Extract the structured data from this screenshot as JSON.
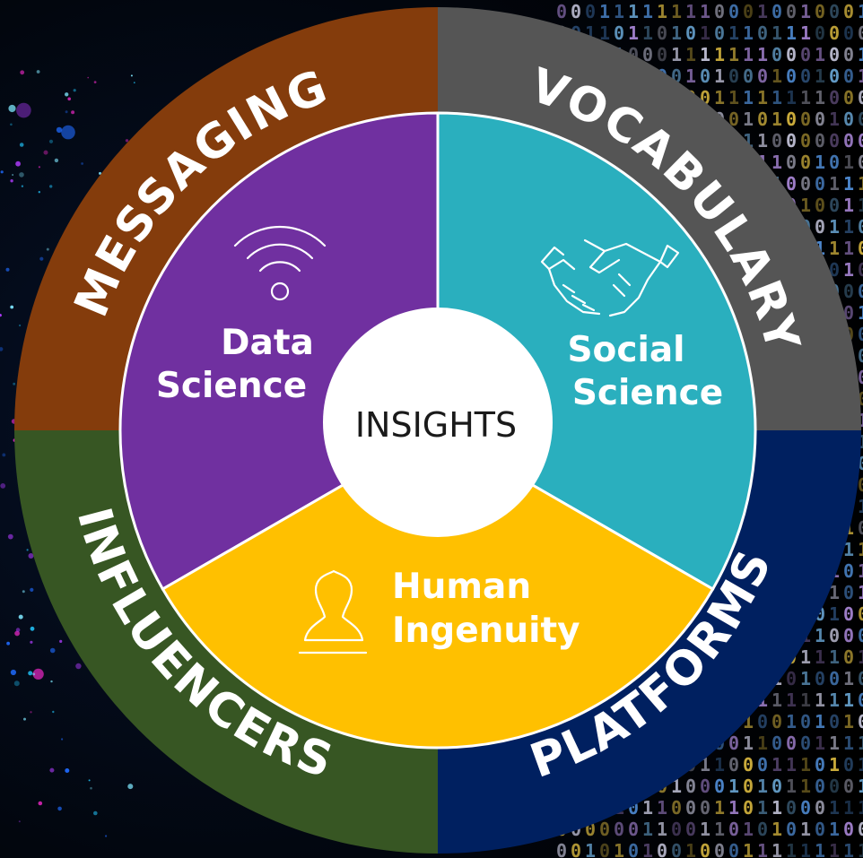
{
  "center": {
    "label": "INSIGHTS"
  },
  "segments": [
    {
      "id": "data-science",
      "lines": [
        "Data",
        "Science"
      ],
      "icon": "wifi-icon",
      "color": "#7030A0"
    },
    {
      "id": "social-science",
      "lines": [
        "Social",
        "Science"
      ],
      "icon": "handshake-icon",
      "color": "#2AAFBE"
    },
    {
      "id": "human-ingenuity",
      "lines": [
        "Human",
        "Ingenuity"
      ],
      "icon": "person-icon",
      "color": "#FFC000"
    }
  ],
  "ring": [
    {
      "id": "messaging",
      "label": "MESSAGING",
      "color": "#843C0C"
    },
    {
      "id": "vocabulary",
      "label": "VOCABULARY",
      "color": "#555555"
    },
    {
      "id": "platforms",
      "label": "PLATFORMS",
      "color": "#002060"
    },
    {
      "id": "influencers",
      "label": "INFLUENCERS",
      "color": "#375623"
    }
  ],
  "background": {
    "left": "bokeh-lights",
    "right": "binary-code"
  }
}
